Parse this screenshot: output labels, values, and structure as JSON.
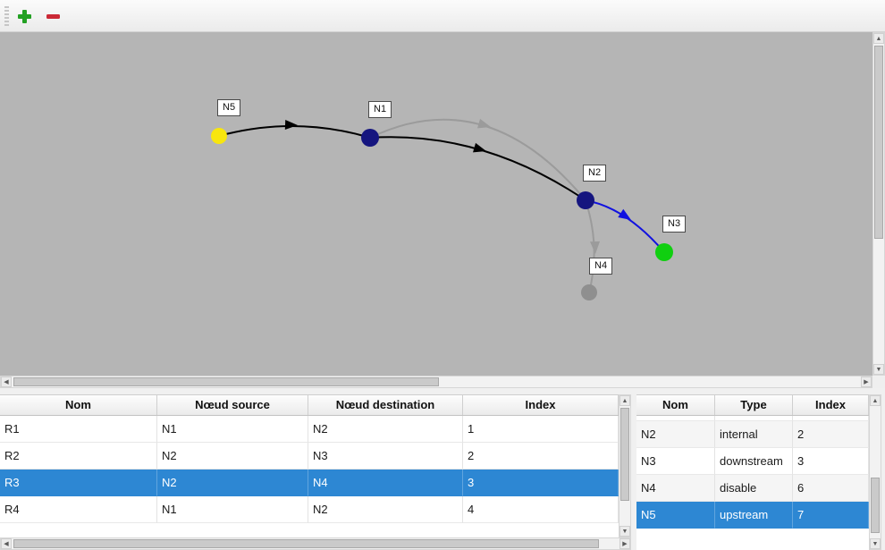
{
  "toolbar": {
    "buttons": [
      {
        "icon": "plus-icon",
        "action": "add",
        "color": "#23a123"
      },
      {
        "icon": "minus-icon",
        "action": "remove",
        "color": "#cb2936"
      }
    ]
  },
  "graph": {
    "nodes": [
      {
        "id": "N5",
        "color": "#f8e60e"
      },
      {
        "id": "N1",
        "color": "#15157f"
      },
      {
        "id": "N2",
        "color": "#15157f"
      },
      {
        "id": "N3",
        "color": "#10cf10"
      },
      {
        "id": "N4",
        "color": "#8f8f8f"
      }
    ],
    "edges": [
      {
        "from": "N5",
        "to": "N1",
        "color": "#000000"
      },
      {
        "from": "N1",
        "to": "N2",
        "color": "#000000"
      },
      {
        "from": "N1",
        "to": "N2",
        "color": "#9b9b9b"
      },
      {
        "from": "N2",
        "to": "N3",
        "color": "#1111e0"
      },
      {
        "from": "N2",
        "to": "N4",
        "color": "#9b9b9b"
      }
    ]
  },
  "edges_table": {
    "headers": [
      "Nom",
      "Nœud source",
      "Nœud destination",
      "Index"
    ],
    "rows": [
      {
        "nom": "R1",
        "source": "N1",
        "destination": "N2",
        "index": "1",
        "selected": false
      },
      {
        "nom": "R2",
        "source": "N2",
        "destination": "N3",
        "index": "2",
        "selected": false
      },
      {
        "nom": "R3",
        "source": "N2",
        "destination": "N4",
        "index": "3",
        "selected": true
      },
      {
        "nom": "R4",
        "source": "N1",
        "destination": "N2",
        "index": "4",
        "selected": false
      }
    ]
  },
  "nodes_table": {
    "headers": [
      "Nom",
      "Type",
      "Index"
    ],
    "rows": [
      {
        "nom": "N2",
        "type": "internal",
        "index": "2",
        "selected": false
      },
      {
        "nom": "N3",
        "type": "downstream",
        "index": "3",
        "selected": false
      },
      {
        "nom": "N4",
        "type": "disable",
        "index": "6",
        "selected": false
      },
      {
        "nom": "N5",
        "type": "upstream",
        "index": "7",
        "selected": true
      }
    ]
  },
  "theme": {
    "selection_color": "#2d87d3",
    "canvas_background": "#b5b5b5"
  }
}
